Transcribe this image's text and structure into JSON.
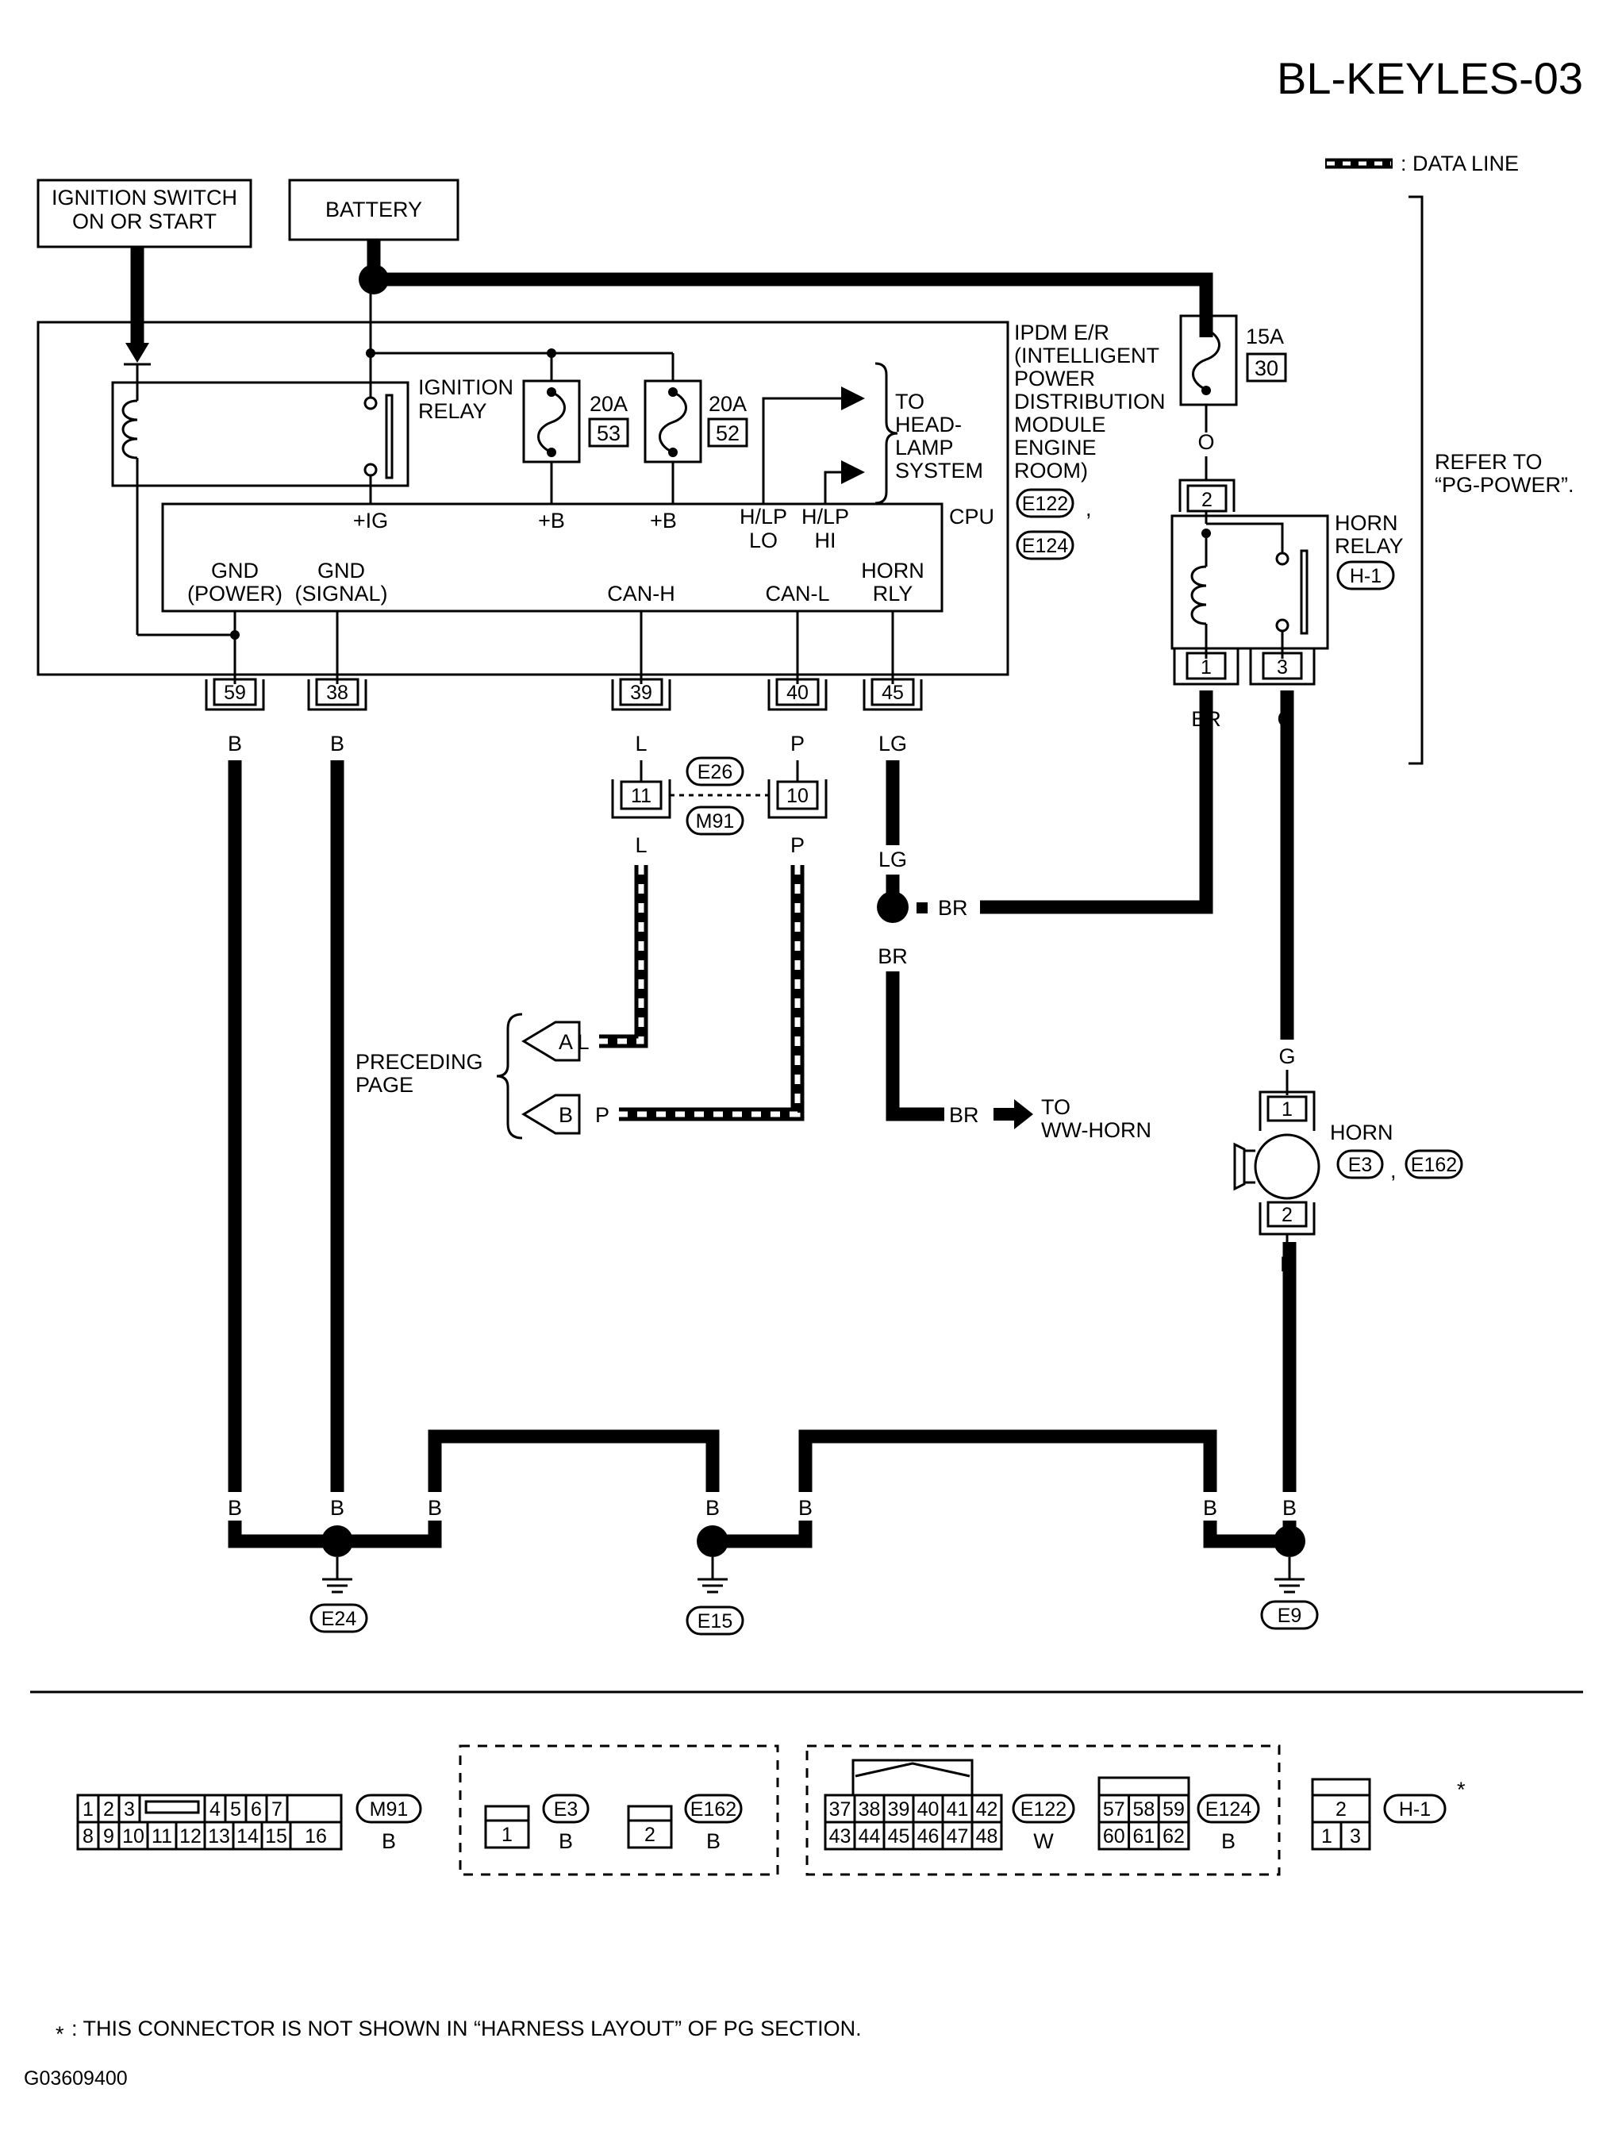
{
  "diagram_id": "BL-KEYLES-03",
  "legend": {
    "data_line": ": DATA LINE"
  },
  "sources": {
    "ignition_switch_line1": "IGNITION SWITCH",
    "ignition_switch_line2": "ON OR START",
    "battery": "BATTERY"
  },
  "ipdm": {
    "label_lines": [
      "IPDM E/R",
      "(INTELLIGENT",
      "POWER",
      "DISTRIBUTION",
      "MODULE",
      "ENGINE",
      "ROOM)"
    ],
    "connectors": [
      "E122",
      "E124"
    ],
    "comma": ",",
    "cpu": "CPU",
    "ignition_relay_line1": "IGNITION",
    "ignition_relay_line2": "RELAY",
    "fuse_53": {
      "amps": "20A",
      "num": "53"
    },
    "fuse_52": {
      "amps": "20A",
      "num": "52"
    },
    "headlamp_lines": [
      "TO",
      "HEAD-",
      "LAMP",
      "SYSTEM"
    ],
    "pins": {
      "ig": "+IG",
      "b1": "+B",
      "b2": "+B",
      "hlp_lo_1": "H/LP",
      "hlp_lo_2": "LO",
      "hlp_hi_1": "H/LP",
      "hlp_hi_2": "HI",
      "gnd_power_1": "GND",
      "gnd_power_2": "(POWER)",
      "gnd_signal_1": "GND",
      "gnd_signal_2": "(SIGNAL)",
      "can_h": "CAN-H",
      "can_l": "CAN-L",
      "horn_rly_1": "HORN",
      "horn_rly_2": "RLY"
    },
    "terminals": [
      "59",
      "38",
      "39",
      "40",
      "45"
    ]
  },
  "fuse_30": {
    "amps": "15A",
    "num": "30"
  },
  "refer_to_1": "REFER TO",
  "refer_to_2": "“PG-POWER”.",
  "horn_relay": {
    "label_1": "HORN",
    "label_2": "RELAY",
    "connector": "H-1",
    "pin_top": "2",
    "pin_left": "1",
    "pin_right": "3"
  },
  "wire_colors": {
    "b": "B",
    "l": "L",
    "p": "P",
    "lg": "LG",
    "br": "BR",
    "g": "G",
    "o": "O"
  },
  "joint_connector": {
    "pin_l": "11",
    "pin_p": "10",
    "conn_1": "E26",
    "conn_2": "M91"
  },
  "preceding_page_1": "PRECEDING",
  "preceding_page_2": "PAGE",
  "off_page_a": "A",
  "off_page_b": "B",
  "to_ww_horn_1": "TO",
  "to_ww_horn_2": "WW-HORN",
  "horn": {
    "label": "HORN",
    "connectors": [
      "E3",
      "E162"
    ],
    "comma": ",",
    "pin_top": "1",
    "pin_bottom": "2"
  },
  "grounds": [
    "E24",
    "E15",
    "E9"
  ],
  "connector_views": {
    "m91": {
      "id": "M91",
      "color": "B",
      "row1": [
        "1",
        "2",
        "3",
        "4",
        "5",
        "6",
        "7"
      ],
      "row2": [
        "8",
        "9",
        "10",
        "11",
        "12",
        "13",
        "14",
        "15",
        "16"
      ]
    },
    "e3": {
      "id": "E3",
      "color": "B",
      "pin": "1"
    },
    "e162": {
      "id": "E162",
      "color": "B",
      "pin": "2"
    },
    "e122": {
      "id": "E122",
      "color": "W",
      "row1": [
        "37",
        "38",
        "39",
        "40",
        "41",
        "42"
      ],
      "row2": [
        "43",
        "44",
        "45",
        "46",
        "47",
        "48"
      ]
    },
    "e124": {
      "id": "E124",
      "color": "B",
      "row1": [
        "57",
        "58",
        "59"
      ],
      "row2": [
        "60",
        "61",
        "62"
      ]
    },
    "h1": {
      "id": "H-1",
      "mark": "*",
      "row1": [
        "2"
      ],
      "row2": [
        "1",
        "3"
      ]
    }
  },
  "footnote_mark": "*",
  "footnote": ": THIS CONNECTOR IS NOT SHOWN IN “HARNESS LAYOUT” OF PG SECTION.",
  "figure_code": "G03609400"
}
